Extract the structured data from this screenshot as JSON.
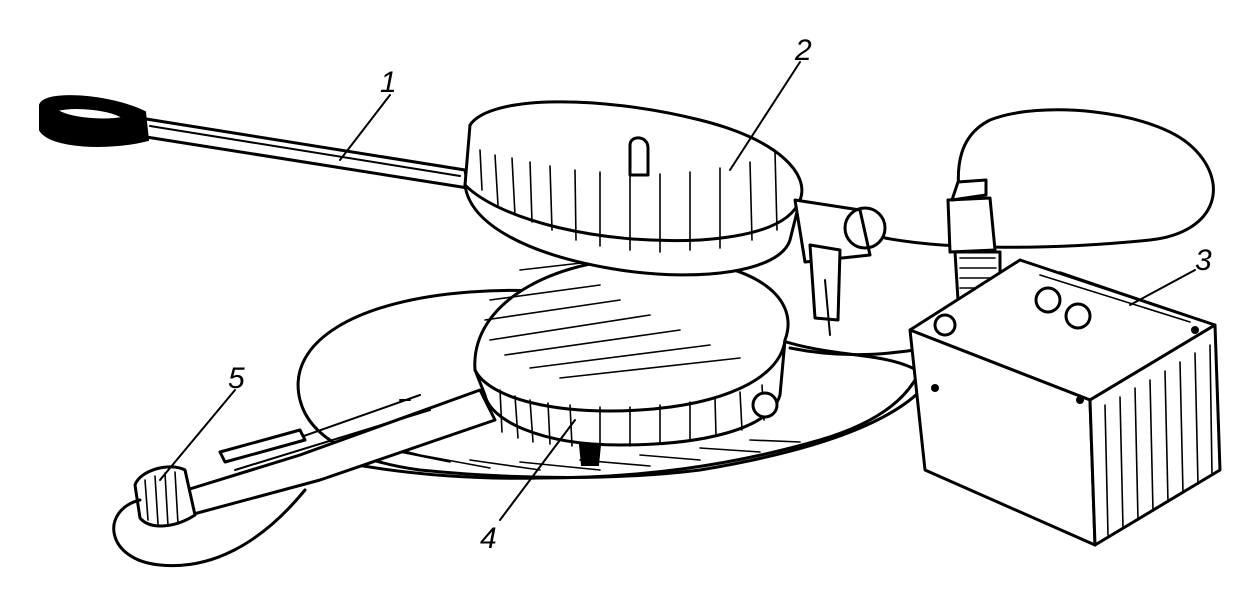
{
  "labels": {
    "l1": "1",
    "l2": "2",
    "l3": "3",
    "l4": "4",
    "l5": "5"
  },
  "icons": {
    "upper_plate": "lid-disc-icon",
    "lower_plate": "base-disc-icon",
    "control_box": "control-box-icon",
    "handle_upper": "handle-icon",
    "handle_lower": "handle-icon"
  }
}
